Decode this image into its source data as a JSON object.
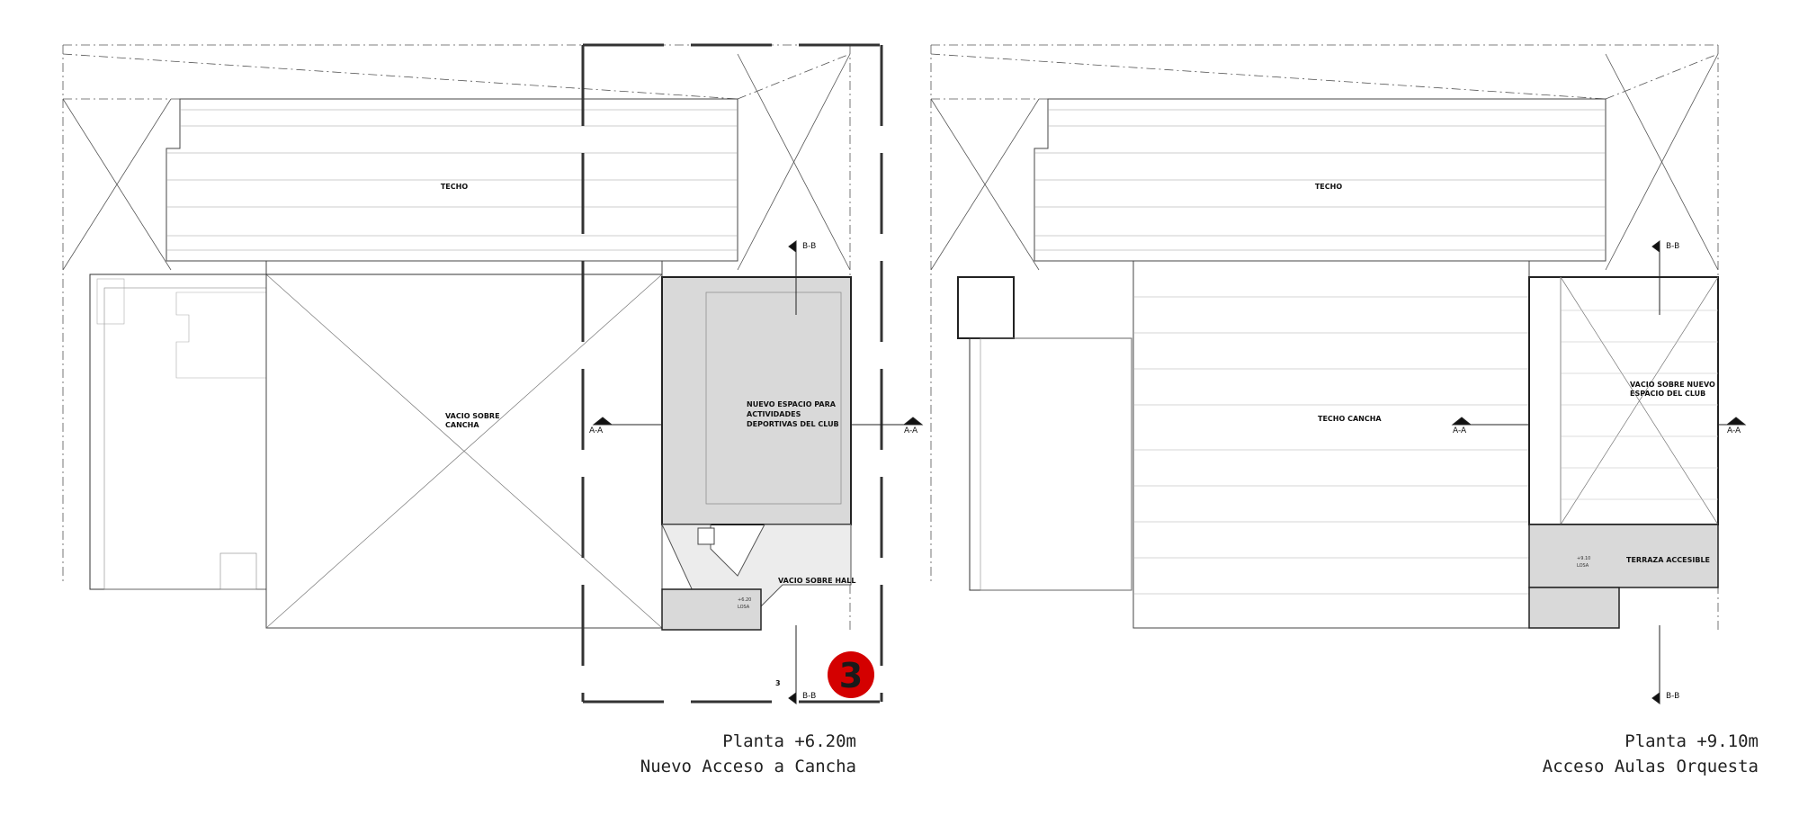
{
  "plans": [
    {
      "title": "Planta +6.20m",
      "subtitle": "Nuevo Acceso a Cancha",
      "labels": {
        "roof": "TECHO",
        "void_court_1": "VACIO SOBRE",
        "void_court_2": "CANCHA",
        "new_space_1": "NUEVO ESPACIO PARA",
        "new_space_2": "ACTIVIDADES",
        "new_space_3": "DEPORTIVAS DEL CLUB",
        "void_hall": "VACIO SOBRE HALL",
        "level": "+6.20",
        "slab": "LOSA",
        "section_aa": "A-A",
        "section_bb": "B-B",
        "marker_small": "3"
      },
      "badge": "3"
    },
    {
      "title": "Planta +9.10m",
      "subtitle": "Acceso Aulas Orquesta",
      "labels": {
        "roof": "TECHO",
        "court_roof": "TECHO CANCHA",
        "void_new_1": "VACIO SOBRE NUEVO",
        "void_new_2": "ESPACIO DEL CLUB",
        "terrace": "TERRAZA ACCESIBLE",
        "level": "+9.10",
        "slab": "LOSA",
        "section_aa": "A-A",
        "section_bb": "B-B"
      }
    }
  ],
  "colors": {
    "line": "#333333",
    "thin": "#8a8a8a",
    "fill_gray": "#d9d9d9",
    "badge_red": "#d40000"
  }
}
